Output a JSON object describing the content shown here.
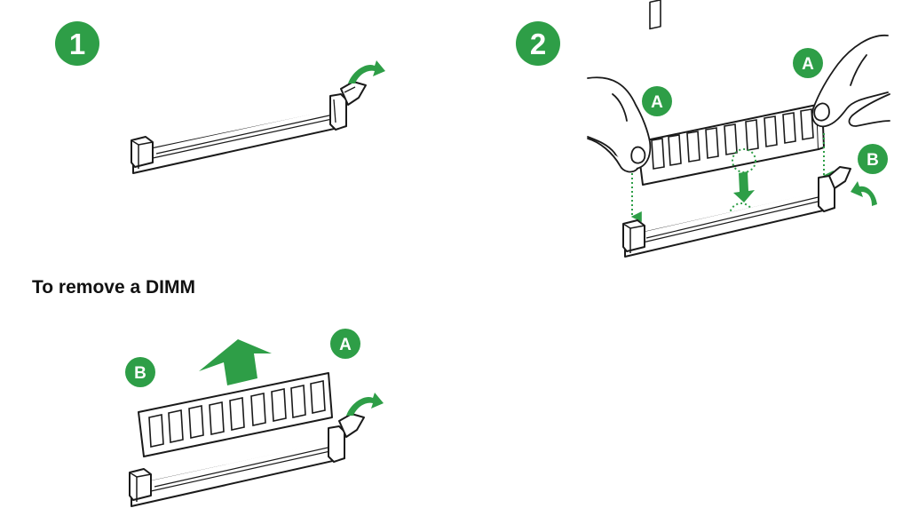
{
  "colors": {
    "accent": "#2e9e47",
    "line": "#1a1a1a",
    "guide": "#2e9e47"
  },
  "steps": [
    {
      "number": "1"
    },
    {
      "number": "2"
    }
  ],
  "step2": {
    "label_a_left": "A",
    "label_a_right": "A",
    "label_b": "B"
  },
  "remove": {
    "heading": "To remove a DIMM",
    "label_b": "B",
    "label_a": "A"
  },
  "icons": {
    "curved_arrow": "curved-arrow-icon",
    "up_arrow": "up-arrow-icon",
    "down_arrow": "down-arrow-icon"
  }
}
